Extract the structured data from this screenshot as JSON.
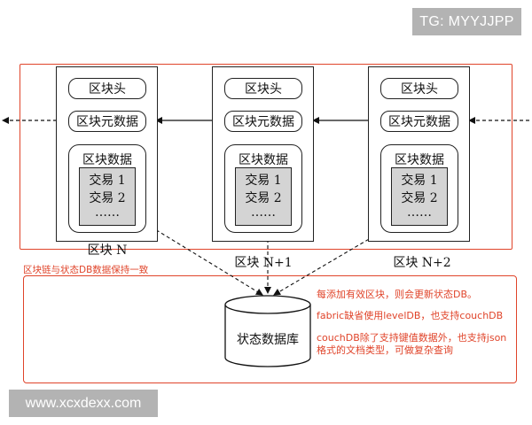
{
  "watermarks": {
    "top": "TG: MYYJJPP",
    "bottom": "www.xcxdexx.com"
  },
  "blocks": [
    {
      "header": "区块头",
      "meta": "区块元数据",
      "data_title": "区块数据",
      "tx1": "交易 1",
      "tx2": "交易 2",
      "more": "……",
      "label": "区块 N"
    },
    {
      "header": "区块头",
      "meta": "区块元数据",
      "data_title": "区块数据",
      "tx1": "交易 1",
      "tx2": "交易 2",
      "more": "……",
      "label": "区块 N+1"
    },
    {
      "header": "区块头",
      "meta": "区块元数据",
      "data_title": "区块数据",
      "tx1": "交易 1",
      "tx2": "交易 2",
      "more": "……",
      "label": "区块 N+2"
    }
  ],
  "sync_label": "区块链与状态DB数据保持一致",
  "database": {
    "label": "状态数据库"
  },
  "notes": [
    "每添加有效区块，则会更新状态DB。",
    "fabric缺省使用levelDB，也支持couchDB",
    "couchDB除了支持键值数据外，也支持json",
    "格式的文档类型，可做复杂查询"
  ],
  "colors": {
    "accent": "#e0442a",
    "tx_fill": "#d4d4d4",
    "watermark_bg": "#b3b3b3"
  }
}
